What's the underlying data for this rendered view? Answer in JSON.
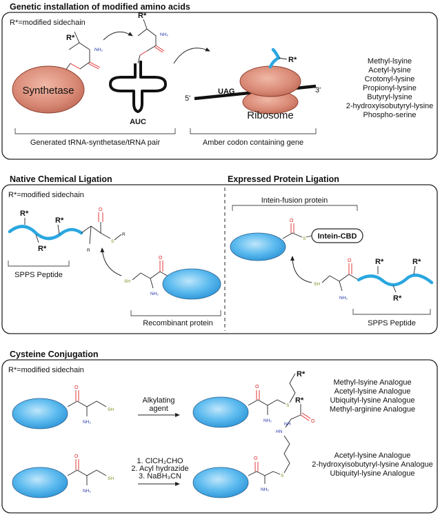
{
  "sections": {
    "genetic": {
      "title": "Genetic installation of modified amino acids",
      "r_note": "R*=modified sidechain",
      "synthetase": "Synthetase",
      "anticodon": "AUC",
      "codon": "UAG",
      "five_prime": "5'",
      "three_prime": "3'",
      "ribosome": "Ribosome",
      "bracket_left": "Generated tRNA-synthetase/tRNA pair",
      "bracket_right": "Amber codon containing gene",
      "amino_acids": [
        "Methyl-lsyine",
        "Acetyl-lysine",
        "Crotonyl-lysine",
        "Propionyl-lysine",
        "Butyryl-lysine",
        "2-hydroxyisobutyryl-lysine",
        "Phospho-serine"
      ]
    },
    "ncl": {
      "title": "Native Chemical Ligation",
      "r_note": "R*=modified sidechain",
      "spps": "SPPS Peptide",
      "recombinant": "Recombinant protein"
    },
    "epl": {
      "title": "Expressed Protein Ligation",
      "intein_fusion": "Intein-fusion protein",
      "intein_cbd": "Intein-CBD",
      "spps": "SPPS Peptide"
    },
    "cys": {
      "title": "Cysteine Conjugation",
      "r_note": "R*=modified sidechain",
      "reagent1": [
        "Alkylating",
        "agent"
      ],
      "reagent2": [
        "1. ClCH₂CHO",
        "2. Acyl hydrazide",
        "3. NaBH₃CN"
      ],
      "products1": [
        "Methyl-lsyine Analogue",
        "Acetyl-lysine Analogue",
        "Ubiquityl-lysine Analogue",
        "Methyl-arginine Analogue"
      ],
      "products2": [
        "Acetyl-lysine Analogue",
        "2-hydroxyisobutyryl-lysine Analogue",
        "Ubiquityl-lysine Analogue"
      ]
    }
  },
  "chem": {
    "r_star": "R*",
    "r": "R",
    "o": "O",
    "nh2": "NH₂",
    "sh": "SH",
    "s": "S",
    "nh": "NH",
    "hn": "HN"
  },
  "colors": {
    "blue_protein": "#3aa6e6",
    "salmon": "#d77b6a",
    "chain": "#2aa7e0"
  }
}
